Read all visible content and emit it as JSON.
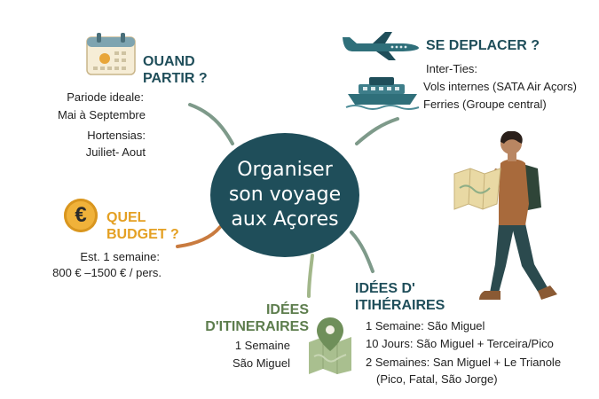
{
  "center": {
    "title": "Organiser\nson voyage\naux Açores"
  },
  "when": {
    "heading": "OUAND\nPARTIR ?",
    "period_label": "Pariode ideale:",
    "period_value": "Mai à Septembre",
    "hydrangeas_label": "Hortensias:",
    "hydrangeas_value": "Juiliet- Aout"
  },
  "travel": {
    "heading": "SE DEPLACER ?",
    "lines": [
      "Inter-Ties:",
      "Vols internes (SATA Air Açors)",
      "Ferries (Groupe central)"
    ]
  },
  "budget": {
    "heading": "QUEL\nBUDGET ?",
    "currency_symbol": "€",
    "line1": "Est. 1 semaine:",
    "line2": "800 € –1500 € / pers."
  },
  "itinerary_left": {
    "heading": "IDÉES\nD'ITINERAIRES",
    "line1": "1 Semaine",
    "line2": "São Miguel"
  },
  "itinerary_right": {
    "heading": "IDÉES D'\nITIHÉRAIRES",
    "lines": [
      "1 Semaine: São Miguel",
      "10 Jours: São Miguel + Terceira/Pico",
      "2 Semaines: San Miguel + Le Trianole",
      "(Pico, Fatal, São Jorge)"
    ]
  },
  "icons": [
    "calendar-icon",
    "plane-icon",
    "ferry-icon",
    "euro-coin-icon",
    "map-pin-icon",
    "traveler-illustration"
  ],
  "colors": {
    "navy": "#1f4e5a",
    "gold": "#e4a023",
    "green": "#5d7d4d",
    "link": "#7e9a8a"
  }
}
